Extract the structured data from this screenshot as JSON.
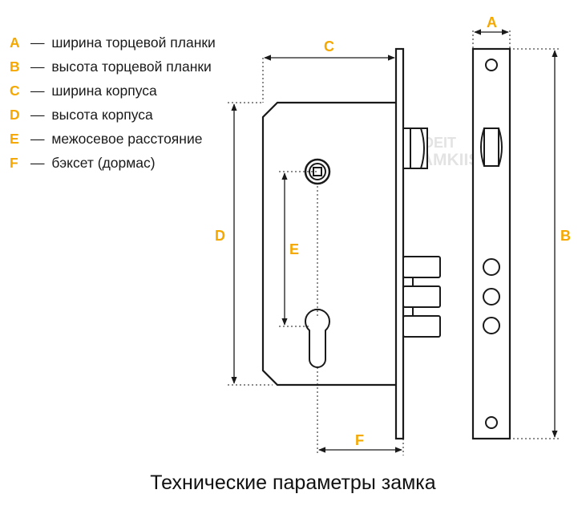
{
  "accent_color": "#f5a800",
  "legend": [
    {
      "letter": "A",
      "text": "ширина торцевой планки"
    },
    {
      "letter": "B",
      "text": "высота торцевой планки"
    },
    {
      "letter": "C",
      "text": "ширина корпуса"
    },
    {
      "letter": "D",
      "text": "высота корпуса"
    },
    {
      "letter": "E",
      "text": "межосевое расстояние"
    },
    {
      "letter": "F",
      "text": "бэксет (дормас)"
    }
  ],
  "legend_dash": "—",
  "dimensions": {
    "a": "A",
    "b": "B",
    "c": "C",
    "d": "D",
    "e": "E",
    "f": "F"
  },
  "watermark": {
    "line1": "DEIT",
    "line2": "ZAMKIIS"
  },
  "caption": "Технические параметры замка"
}
